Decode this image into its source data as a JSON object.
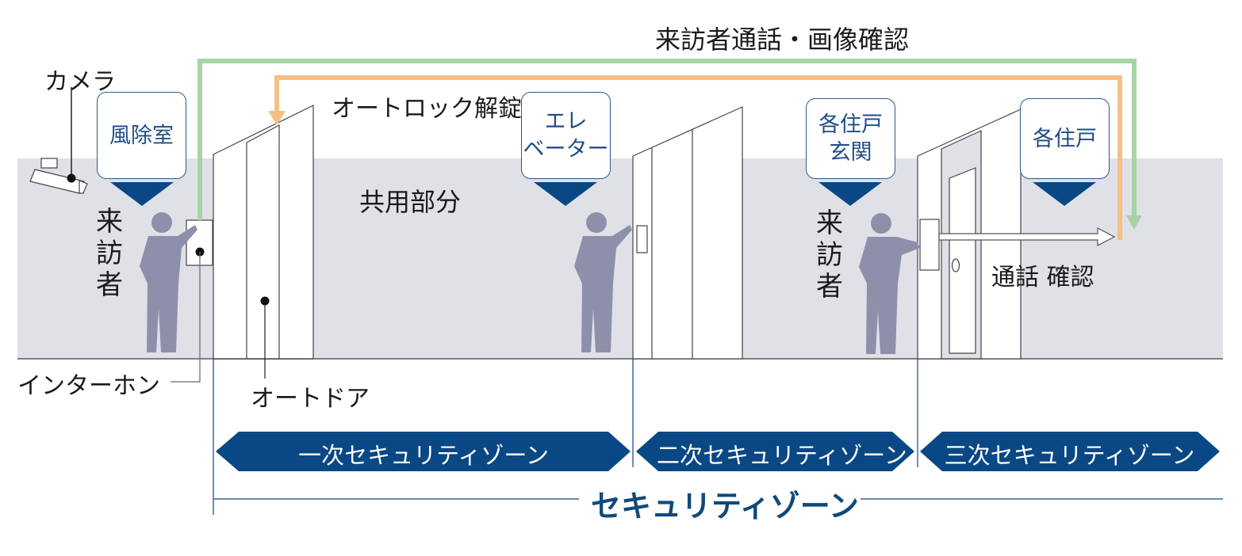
{
  "title": "来訪者通話・画像確認",
  "labels": {
    "camera": "カメラ",
    "autolock_release": "オートロック解錠",
    "common_area": "共用部分",
    "interphone": "インターホン",
    "auto_door": "オートドア",
    "call_confirm": "通話 確認"
  },
  "boxes": {
    "windbreak": "風除室",
    "elevator_line1": "エレ",
    "elevator_line2": "ベーター",
    "entrance_line1": "各住戸",
    "entrance_line2": "玄関",
    "unit": "各住戸"
  },
  "visitor_chars": [
    "来",
    "訪",
    "者"
  ],
  "zones": {
    "first": "一次セキュリティゾーン",
    "second": "二次セキュリティゾーン",
    "third": "三次セキュリティゾーン",
    "overall": "セキュリティゾーン"
  },
  "colors": {
    "wall": "#dfe1e7",
    "zone_fill": "#0a4885",
    "green_arrow": "#a6d4a4",
    "orange_arrow": "#f6bf86",
    "person": "#8e90ab",
    "box_border": "#2d5a8c"
  }
}
